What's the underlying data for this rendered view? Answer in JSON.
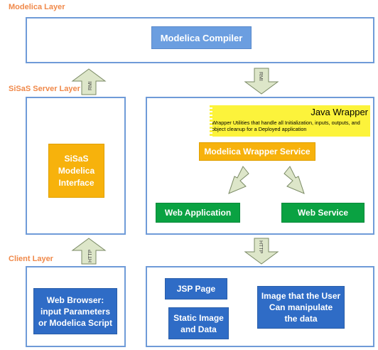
{
  "layers": {
    "modelica": "Modelica Layer",
    "sisas_server": "SiSaS Server Layer",
    "client": "Client Layer"
  },
  "nodes": {
    "modelica_compiler": "Modelica Compiler",
    "sisas_interface": "SiSaS\nModelica\nInterface",
    "java_wrapper_title": "Java Wrapper",
    "java_wrapper_desc": "Wrapper Utilities that handle all Initialization, inputs, outputs, and object cleanup for a Deployed application",
    "modelica_wrapper_service": "Modelica Wrapper Service",
    "web_application": "Web Application",
    "web_service": "Web Service",
    "web_browser": "Web Browser:\ninput Parameters\nor Modelica Script",
    "jsp_page": "JSP Page",
    "static_image": "Static Image\nand Data",
    "image_manipulate": "Image that the User\nCan manipulate\nthe data"
  },
  "arrows": {
    "rmi_up": "RMI",
    "rmi_down": "RMI",
    "http_up": "HTTP",
    "http_down": "HTTP"
  },
  "colors": {
    "panel_border": "#6f9bd8",
    "layer_label": "#f0894a",
    "compiler_fill": "#6b9ee0",
    "client_node_fill": "#2f6cc6",
    "orange_fill": "#f7b20c",
    "green_fill": "#0aa242",
    "arrow_fill": "#dde6c9"
  }
}
